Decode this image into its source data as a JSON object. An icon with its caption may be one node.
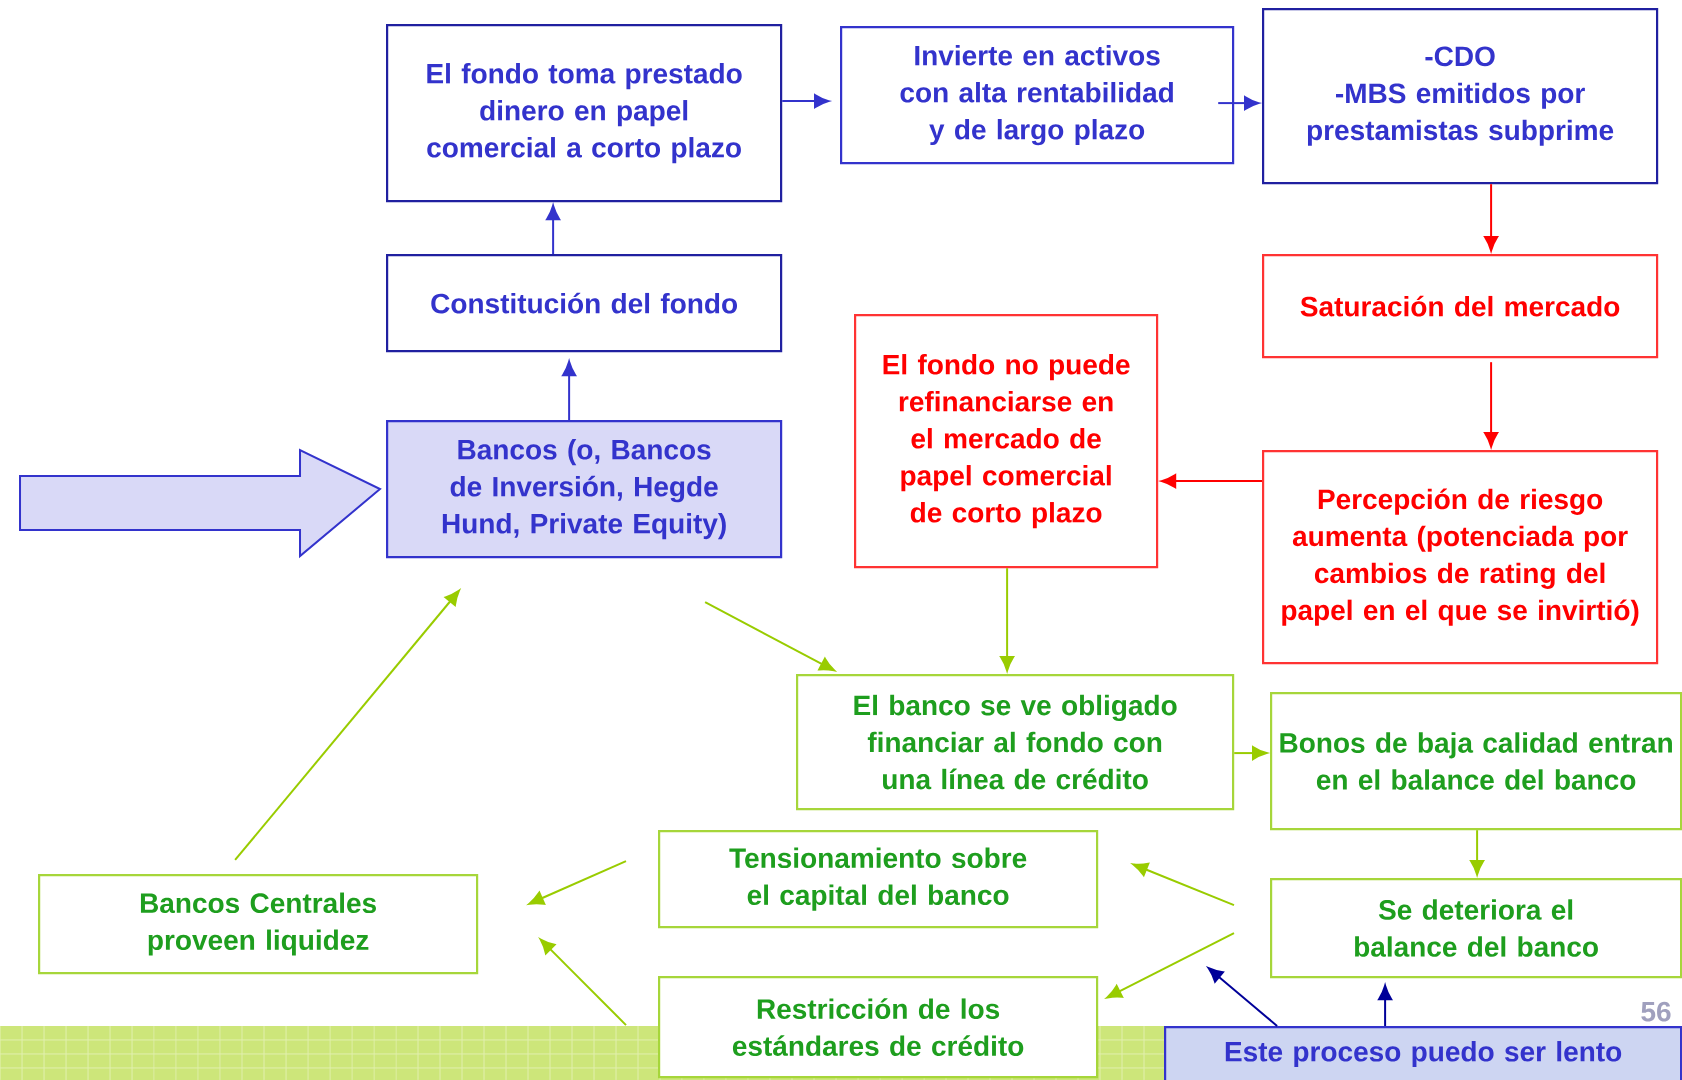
{
  "diagram": {
    "nodes": [
      {
        "text": [
          "El fondo toma prestado dinero en papel comercial a corto plazo"
        ]
      },
      {
        "text": [
          "Invierte en activos con alta rentabilidad y de largo plazo"
        ]
      },
      {
        "text": [
          "-CDO",
          "-MBS emitidos por prestamistas subprime"
        ]
      },
      {
        "text": [
          "Constitución del fondo"
        ]
      },
      {
        "text": [
          "Bancos (o, Bancos de Inversión, Hegde Hund, Private Equity)"
        ]
      },
      {
        "text": [
          "Saturación del mercado"
        ]
      },
      {
        "text": [
          "El fondo no puede refinanciarse en el mercado de papel comercial de corto plazo"
        ]
      },
      {
        "text": [
          "Percepción de riesgo aumenta (potenciada por cambios de rating del papel en el que se invirtió)"
        ]
      },
      {
        "text": [
          "El banco  se ve obligado financiar al fondo con una línea de crédito"
        ]
      },
      {
        "text": [
          "Bonos de baja calidad entran en el balance del banco"
        ]
      },
      {
        "text": [
          "Tensionamiento sobre el capital del banco"
        ]
      },
      {
        "text": [
          "Se deteriora el balance del banco"
        ]
      },
      {
        "text": [
          "Bancos Centrales proveen liquidez"
        ]
      },
      {
        "text": [
          "Restricción de los estándares de crédito"
        ]
      },
      {
        "text": [
          "Este proceso puedo ser lento"
        ]
      }
    ],
    "edges": [
      {
        "from": 3,
        "to": 0,
        "arrow": "to",
        "color": "#3333cc"
      },
      {
        "from": 4,
        "to": 3,
        "arrow": "to",
        "color": "#3333cc"
      },
      {
        "from": 0,
        "to": 1,
        "arrow": "to",
        "color": "#3333cc"
      },
      {
        "from": 1,
        "to": 2,
        "arrow": "to",
        "color": "#3333cc"
      },
      {
        "from": 2,
        "to": 5,
        "arrow": "to",
        "color": "#ff0000"
      },
      {
        "from": 5,
        "to": 7,
        "arrow": "to",
        "color": "#ff0000"
      },
      {
        "from": 7,
        "to": 6,
        "arrow": "to",
        "color": "#ff0000"
      },
      {
        "from": 6,
        "to": 8,
        "arrow": "to"
      },
      {
        "from": 4,
        "to": 8,
        "arrow": "to"
      },
      {
        "from": 8,
        "to": 9,
        "arrow": "to"
      },
      {
        "from": 9,
        "to": 11,
        "arrow": "to"
      },
      {
        "from": 11,
        "to": 10,
        "arrow": "to"
      },
      {
        "from": 11,
        "to": 13,
        "arrow": "to"
      },
      {
        "from": 10,
        "to": 12,
        "arrow": "to"
      },
      {
        "from": 13,
        "to": 12,
        "arrow": "to"
      },
      {
        "from": 12,
        "to": 4,
        "arrow": "to"
      },
      {
        "from": 14,
        "to": 11,
        "arrow": "to",
        "color": "#000099"
      },
      {
        "from": 14,
        "to": null,
        "arrow": "to",
        "color": "#000099"
      },
      {
        "from": null,
        "to": 4,
        "arrow": "to",
        "style": "thick",
        "color": "#3333cc"
      }
    ],
    "labels": [
      "56"
    ]
  }
}
